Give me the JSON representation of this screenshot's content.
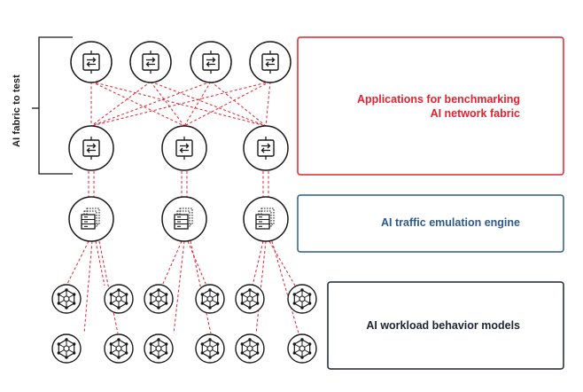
{
  "left_bracket": {
    "label": "AI fabric to test"
  },
  "boxes": {
    "applications": {
      "lines": [
        "Applications for benchmarking",
        "AI network fabric"
      ],
      "color": "#e3212f"
    },
    "emulation": {
      "label": "AI traffic emulation engine",
      "color": "#2d5a8e"
    },
    "models": {
      "label": "AI workload behavior models",
      "color": "#1f2433"
    }
  },
  "icons": {
    "switch": "switch-arrows-icon",
    "server": "server-stack-icon",
    "model": "neural-network-icon"
  },
  "colors": {
    "link": "#e3212f",
    "node_stroke": "#1a1a1a",
    "bracket": "#1a1a1a"
  }
}
